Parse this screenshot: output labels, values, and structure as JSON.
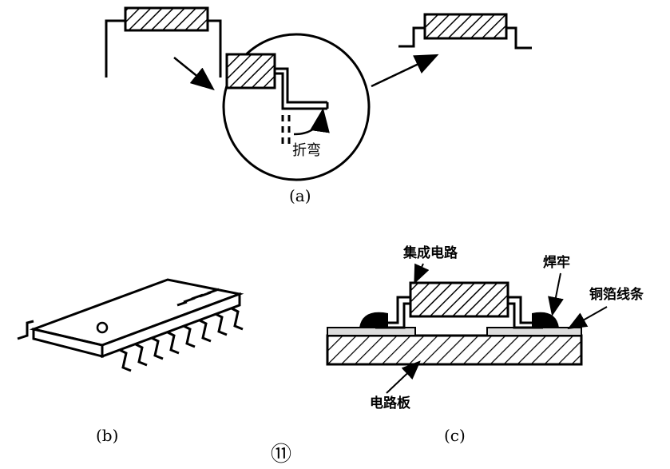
{
  "labels": {
    "bend": "折弯",
    "integrated_circuit": "集成电路",
    "solder": "焊牢",
    "copper_foil": "铜箔线条",
    "circuit_board": "电路板",
    "figure_number": "⑪"
  },
  "captions": {
    "a": "(a)",
    "b": "(b)",
    "c": "(c)"
  }
}
